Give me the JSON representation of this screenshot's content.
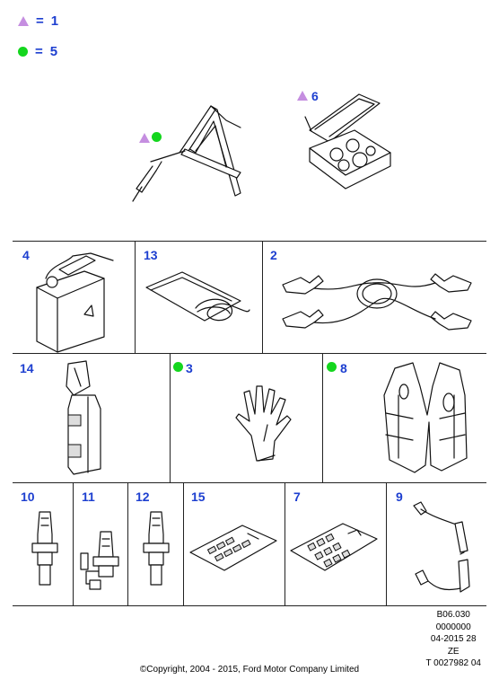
{
  "legend": [
    {
      "symbol": "triangle",
      "color": "#c58ee0",
      "value": "1"
    },
    {
      "symbol": "dot",
      "color": "#14d61e",
      "value": "5"
    }
  ],
  "equals": "=",
  "colors": {
    "number": "#1d3fd0",
    "triangle": "#c58ee0",
    "dot": "#14d61e"
  },
  "parts": {
    "first_aid_kit": "6",
    "fuel_can": "4",
    "storage_bag": "13",
    "jump_leads": "2",
    "fire_extinguisher": "14",
    "gloves": "3",
    "vest": "8",
    "bulb_10": "10",
    "bulb_11": "11",
    "bulb_12": "12",
    "fuse_kit_15": "15",
    "fuse_kit_7": "7",
    "clip_9": "9"
  },
  "footer": {
    "line1": "B06.030",
    "line2": "0000000",
    "line3": "04-2015 28",
    "line4": "ZE",
    "line5": "T 0027982 04"
  },
  "copyright": "©Copyright, 2004 - 2015, Ford Motor Company Limited"
}
